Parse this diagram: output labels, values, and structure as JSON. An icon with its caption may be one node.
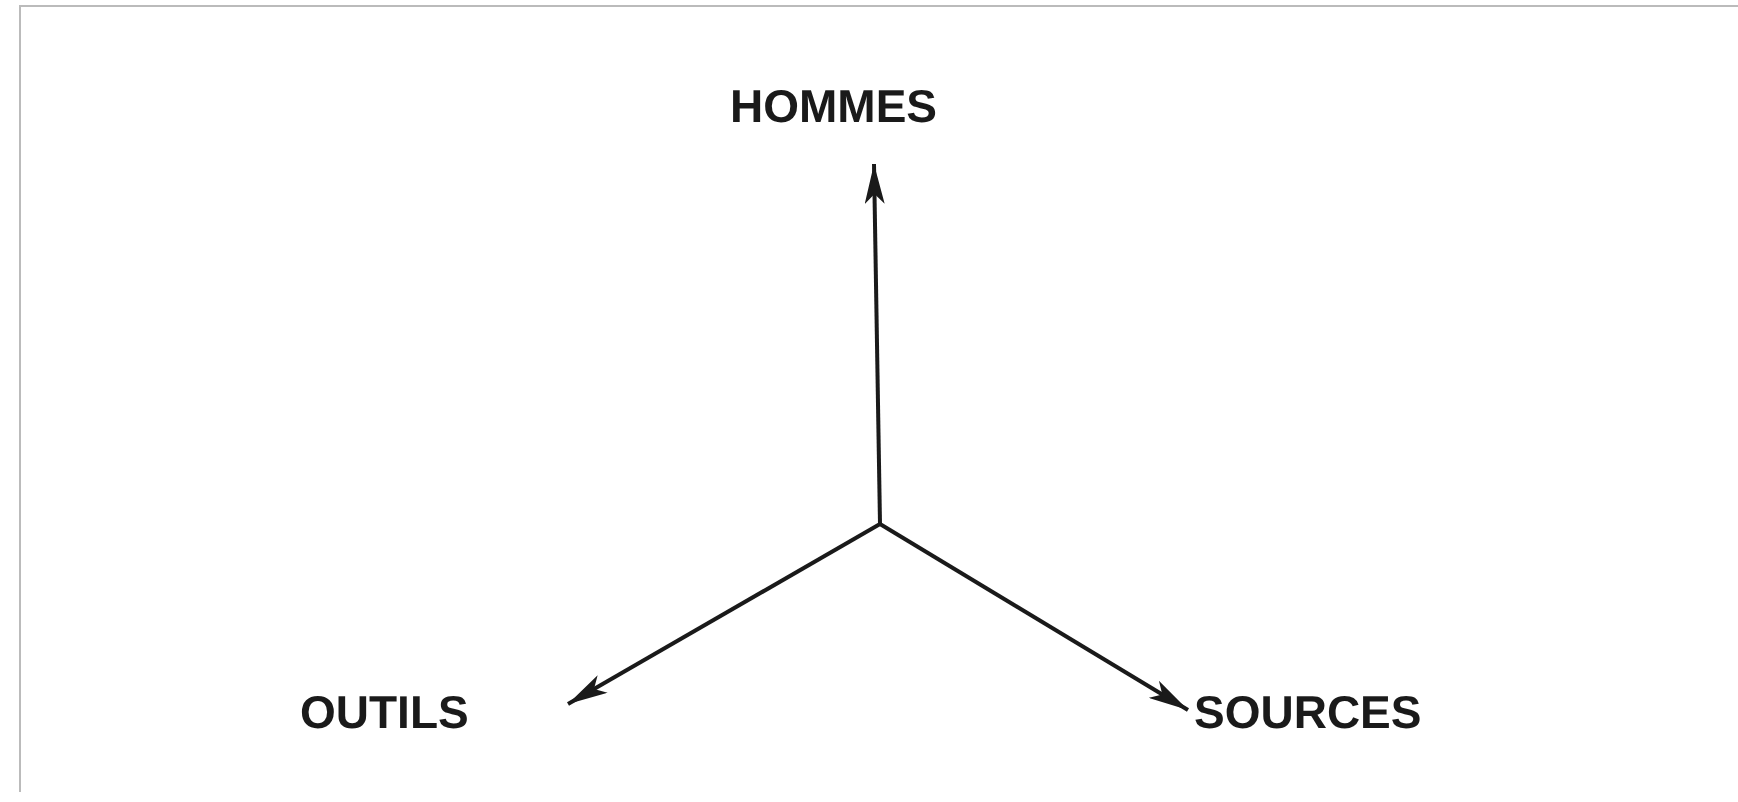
{
  "diagram": {
    "nodes": [
      {
        "text": [
          "HOMMES"
        ]
      },
      {
        "text": [
          "OUTILS"
        ]
      },
      {
        "text": [
          "SOURCES"
        ]
      }
    ],
    "edges": [
      {
        "from": null,
        "to": 0,
        "arrow": "to"
      },
      {
        "from": null,
        "to": 1,
        "arrow": "to"
      },
      {
        "from": null,
        "to": 2,
        "arrow": "to"
      }
    ]
  }
}
